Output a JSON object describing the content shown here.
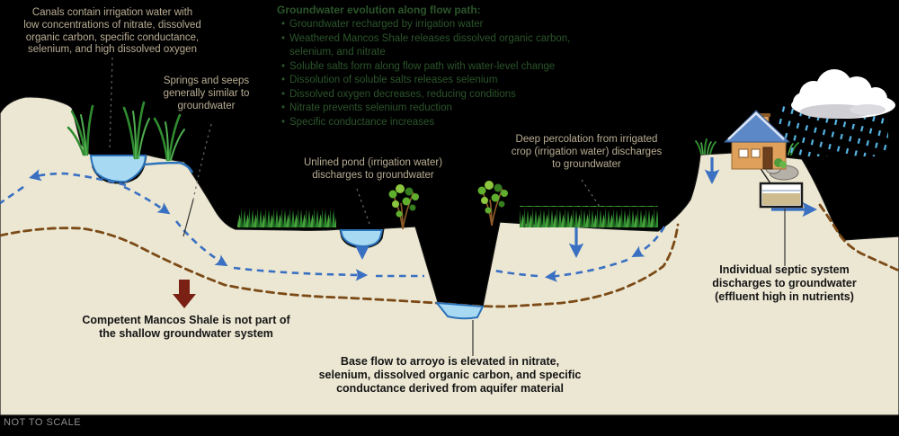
{
  "figure": {
    "type": "hydrogeologic-cross-section",
    "scale_note": "NOT TO SCALE"
  },
  "labels": {
    "canals": "Canals contain irrigation water with\nlow concentrations of nitrate, dissolved\norganic carbon, specific conductance,\nselenium, and high dissolved oxygen",
    "springs": "Springs and seeps\ngenerally similar to\ngroundwater",
    "unlined_pond": "Unlined pond (irrigation water)\ndischarges to groundwater",
    "deep_percolation": "Deep percolation from irrigated\ncrop (irrigation water) discharges\nto groundwater",
    "septic": "Individual septic system\ndischarges to groundwater\n(effluent high in nutrients)",
    "mancos_shale": "Competent Mancos Shale is not part of\nthe shallow groundwater system",
    "base_flow": "Base flow to arroyo is elevated in nitrate,\nselenium, dissolved organic carbon, and specific\nconductance derived from aquifer material"
  },
  "groundwater_notes": {
    "title": "Groundwater evolution along flow path:",
    "items": [
      "Groundwater recharged by irrigation water",
      "Weathered Mancos Shale releases dissolved organic carbon, selenium, and nitrate",
      "Soluble salts form along flow path with water-level change",
      "Dissolution of soluble salts releases selenium",
      "Dissolved oxygen decreases, reducing conditions",
      "Nitrate prevents selenium reduction",
      "Specific conductance increases"
    ]
  },
  "features": [
    "canal-water",
    "reeds",
    "spring-seep-stream",
    "unlined-pond",
    "crop-grass",
    "arroyo-with-base-flow",
    "shrubs",
    "irrigated-field",
    "hill-with-house",
    "rain-cloud",
    "septic-tank",
    "groundwater-flow-path-dashed-blue",
    "mancos-shale-contact-dashed-brown",
    "recharge-arrows-blue",
    "mancos-arrow-dark-red"
  ],
  "colors": {
    "background": "#000000",
    "terrain": "#ece7d3",
    "water_fill": "#a8d9f2",
    "water_stroke": "#2a72ba",
    "flow_path_blue": "#3a70c2",
    "shale_contact_brown": "#7b4a16",
    "label_tan": "#b9ad93",
    "label_green": "#2b552b",
    "label_black": "#141414",
    "mancos_arrow_red": "#7a2014",
    "scale_note_grey": "#8f8f8f"
  }
}
